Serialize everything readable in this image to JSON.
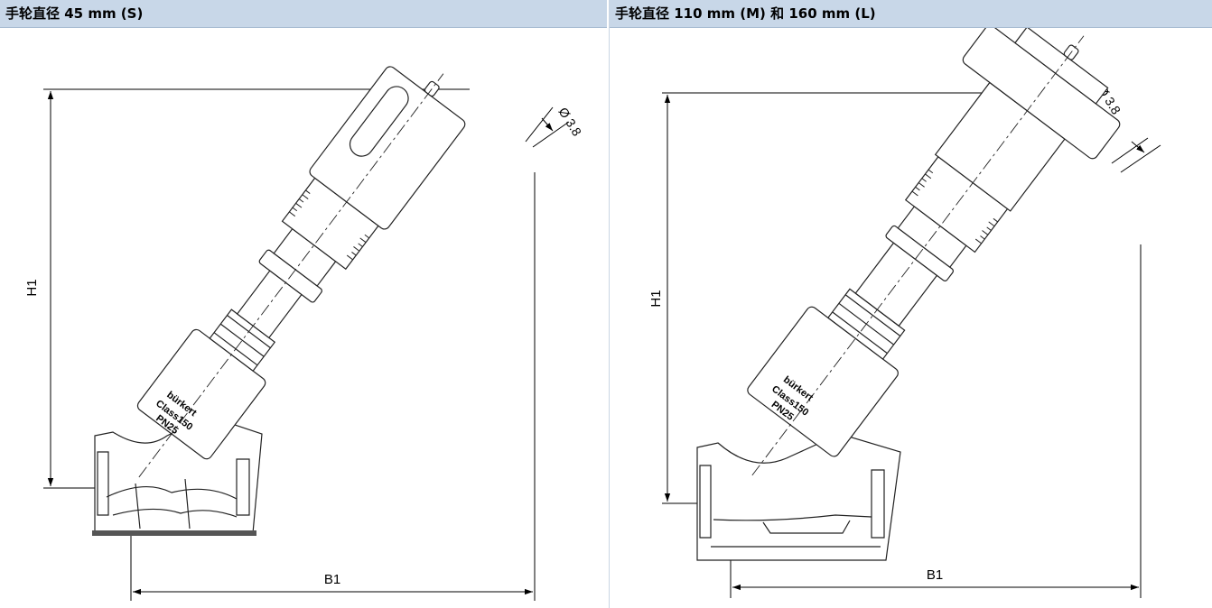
{
  "panels": [
    {
      "title": "手轮直径 45 mm (S)",
      "dimensions": {
        "height_label": "H1",
        "width_label": "B1",
        "diameter_label": "Ø 3.8"
      },
      "markings": {
        "brand": "bürkert",
        "class": "Class150",
        "pressure": "PN25"
      }
    },
    {
      "title": "手轮直径 110 mm (M) 和 160 mm (L)",
      "dimensions": {
        "height_label": "H1",
        "width_label": "B1",
        "diameter_label": "Ø 3.8"
      },
      "markings": {
        "brand": "bürkert",
        "class": "Class150",
        "pressure": "PN25"
      }
    }
  ],
  "colors": {
    "header_bg": "#c8d7e8",
    "line": "#1a1a1a",
    "base": "#555555"
  }
}
